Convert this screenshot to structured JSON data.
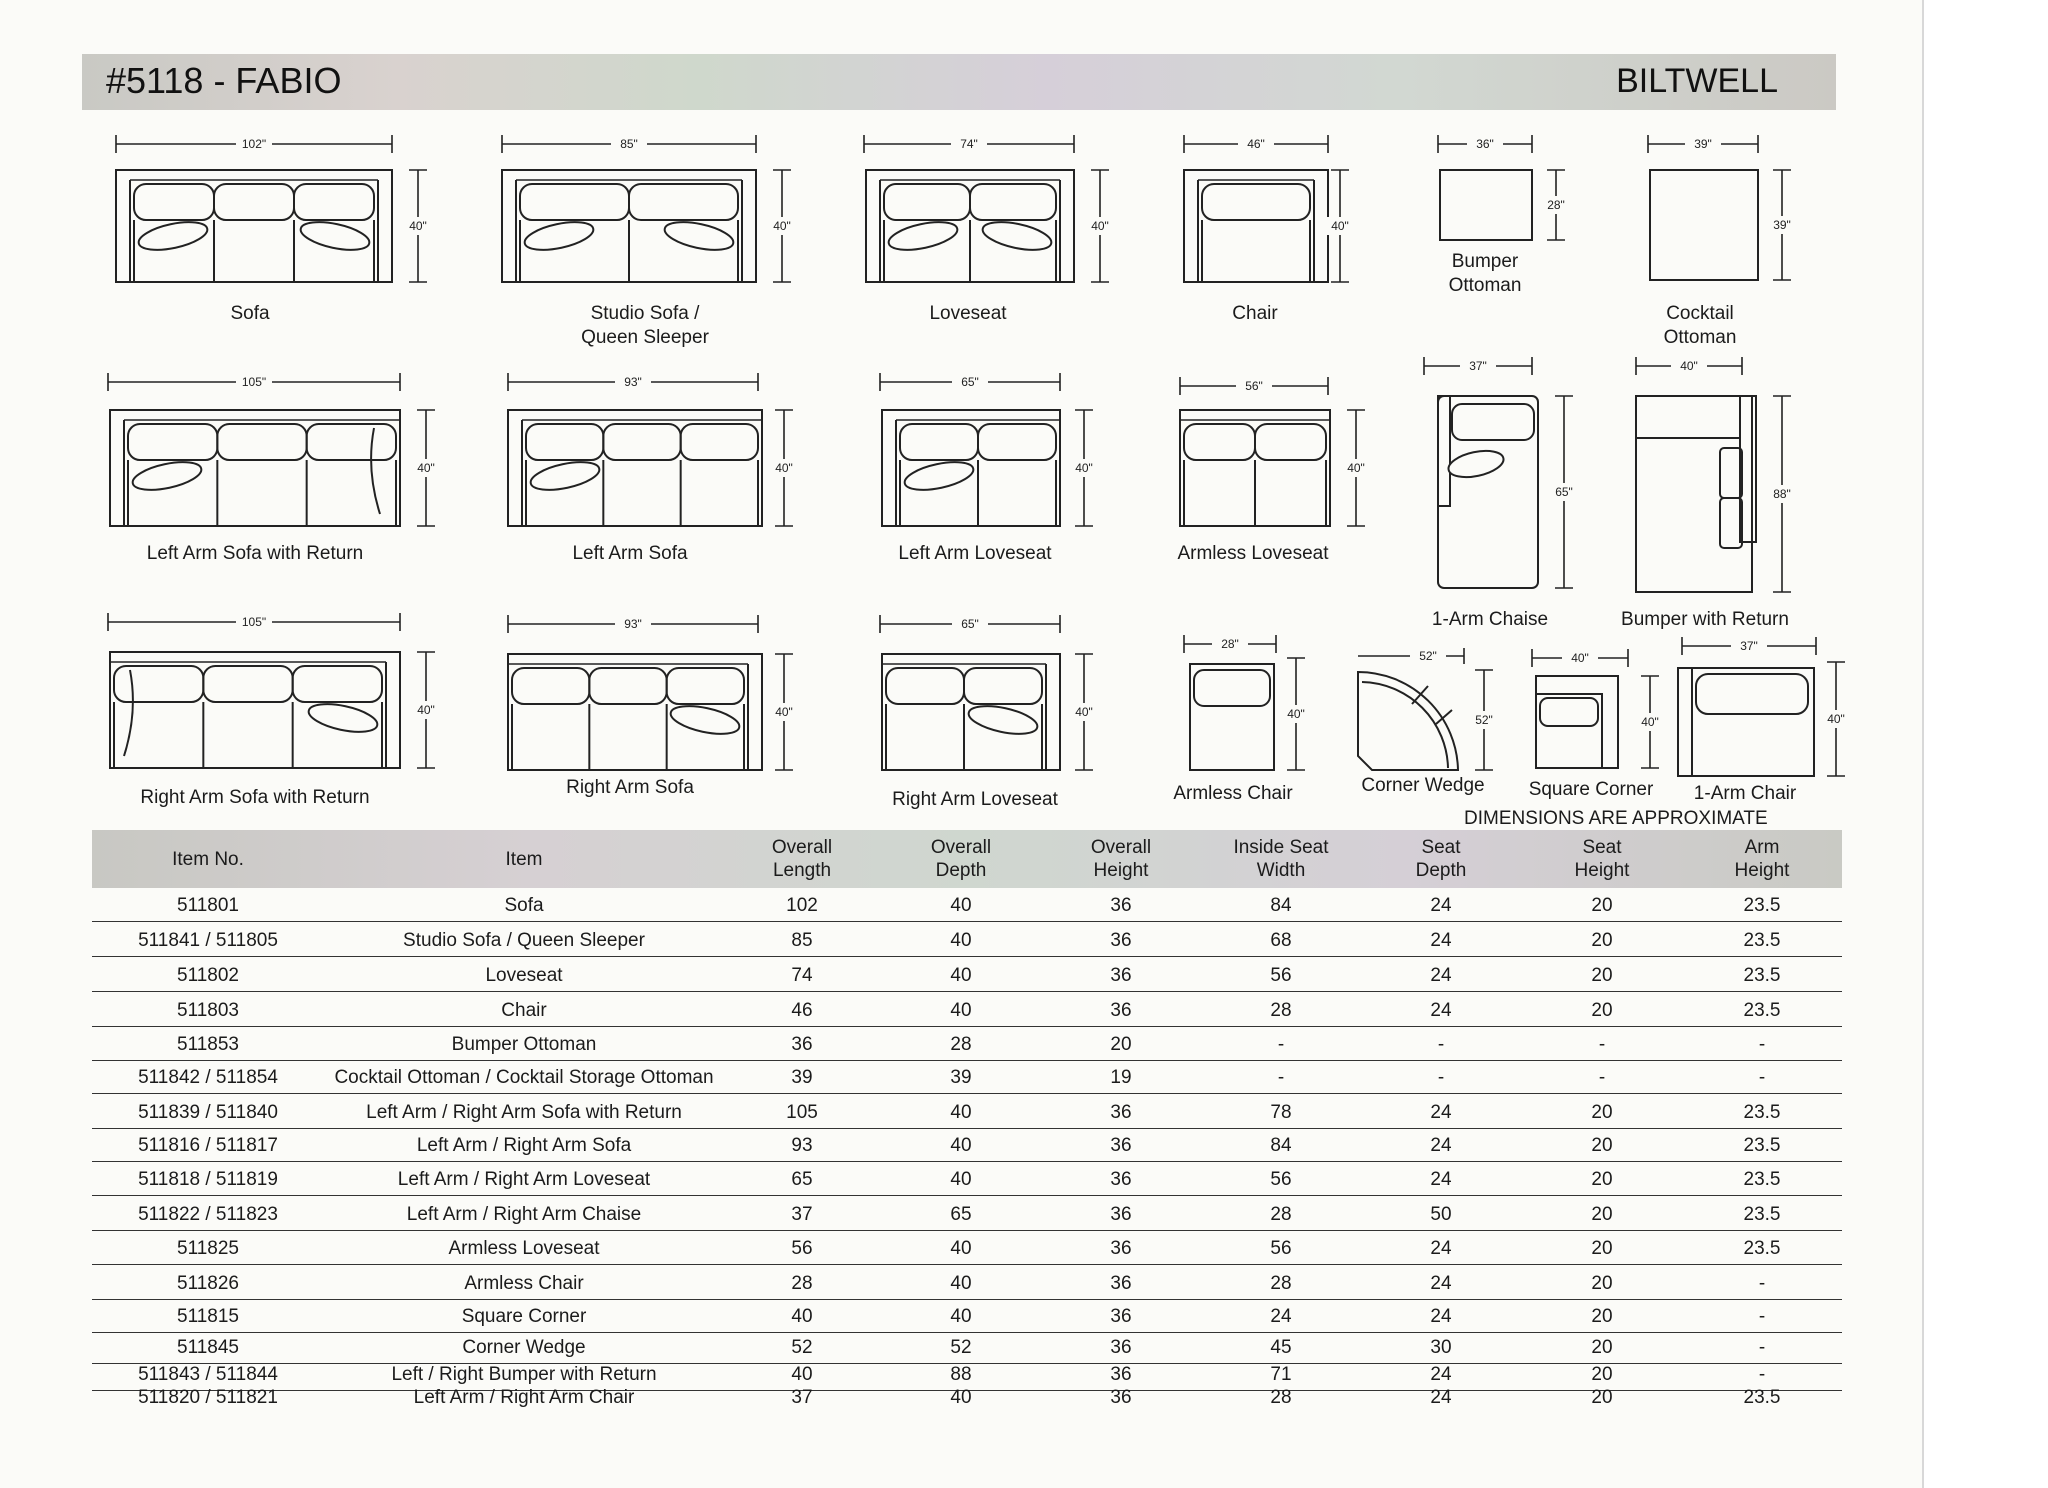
{
  "header": {
    "title": "#5118 - FABIO",
    "brand": "BILTWELL"
  },
  "diagrams": [
    {
      "name": "Sofa",
      "width": "102\"",
      "depth": "40\""
    },
    {
      "name": "Studio Sofa / Queen Sleeper",
      "width": "85\"",
      "depth": "40\""
    },
    {
      "name": "Loveseat",
      "width": "74\"",
      "depth": "40\""
    },
    {
      "name": "Chair",
      "width": "46\"",
      "depth": "40\""
    },
    {
      "name": "Bumper Ottoman",
      "width": "36\"",
      "depth": "28\""
    },
    {
      "name": "Cocktail Ottoman",
      "width": "39\"",
      "depth": "39\""
    },
    {
      "name": "Left Arm Sofa with Return",
      "width": "105\"",
      "depth": "40\""
    },
    {
      "name": "Left Arm Sofa",
      "width": "93\"",
      "depth": "40\""
    },
    {
      "name": "Left Arm Loveseat",
      "width": "65\"",
      "depth": "40\""
    },
    {
      "name": "Armless Loveseat",
      "width": "56\"",
      "depth": "40\""
    },
    {
      "name": "1-Arm Chaise",
      "width": "37\"",
      "depth": "65\""
    },
    {
      "name": "Bumper with Return",
      "width": "40\"",
      "depth": "88\""
    },
    {
      "name": "Right Arm Sofa with Return",
      "width": "105\"",
      "depth": "40\""
    },
    {
      "name": "Right Arm Sofa",
      "width": "93\"",
      "depth": "40\""
    },
    {
      "name": "Right Arm Loveseat",
      "width": "65\"",
      "depth": "40\""
    },
    {
      "name": "Armless Chair",
      "width": "28\"",
      "depth": "40\""
    },
    {
      "name": "Corner Wedge",
      "width": "52\"",
      "depth": "52\""
    },
    {
      "name": "Square Corner",
      "width": "40\"",
      "depth": "40\""
    },
    {
      "name": "1-Arm Chair",
      "width": "37\"",
      "depth": "40\""
    }
  ],
  "labels": {
    "sofa": "Sofa",
    "studio_line1": "Studio Sofa /",
    "studio_line2": "Queen Sleeper",
    "bumper_ottoman_line1": "Bumper",
    "bumper_ottoman_line2": "Ottoman",
    "cocktail_line1": "Cocktail",
    "cocktail_line2": "Ottoman"
  },
  "note": "DIMENSIONS ARE APPROXIMATE",
  "table": {
    "headers": [
      "Item No.",
      "Item",
      "Overall\nLength",
      "Overall\nDepth",
      "Overall\nHeight",
      "Inside Seat\nWidth",
      "Seat\nDepth",
      "Seat\nHeight",
      "Arm\nHeight"
    ],
    "rows": [
      [
        "511801",
        "Sofa",
        "102",
        "40",
        "36",
        "84",
        "24",
        "20",
        "23.5"
      ],
      [
        "511841 / 511805",
        "Studio Sofa / Queen Sleeper",
        "85",
        "40",
        "36",
        "68",
        "24",
        "20",
        "23.5"
      ],
      [
        "511802",
        "Loveseat",
        "74",
        "40",
        "36",
        "56",
        "24",
        "20",
        "23.5"
      ],
      [
        "511803",
        "Chair",
        "46",
        "40",
        "36",
        "28",
        "24",
        "20",
        "23.5"
      ],
      [
        "511853",
        "Bumper Ottoman",
        "36",
        "28",
        "20",
        "-",
        "-",
        "-",
        "-"
      ],
      [
        "511842 / 511854",
        "Cocktail Ottoman / Cocktail Storage Ottoman",
        "39",
        "39",
        "19",
        "-",
        "-",
        "-",
        "-"
      ],
      [
        "511839 / 511840",
        "Left Arm / Right Arm Sofa with Return",
        "105",
        "40",
        "36",
        "78",
        "24",
        "20",
        "23.5"
      ],
      [
        "511816 / 511817",
        "Left Arm / Right Arm Sofa",
        "93",
        "40",
        "36",
        "84",
        "24",
        "20",
        "23.5"
      ],
      [
        "511818 / 511819",
        "Left Arm / Right Arm Loveseat",
        "65",
        "40",
        "36",
        "56",
        "24",
        "20",
        "23.5"
      ],
      [
        "511822 / 511823",
        "Left Arm / Right Arm Chaise",
        "37",
        "65",
        "36",
        "28",
        "50",
        "20",
        "23.5"
      ],
      [
        "511825",
        "Armless Loveseat",
        "56",
        "40",
        "36",
        "56",
        "24",
        "20",
        "23.5"
      ],
      [
        "511826",
        "Armless Chair",
        "28",
        "40",
        "36",
        "28",
        "24",
        "20",
        "-"
      ],
      [
        "511815",
        "Square Corner",
        "40",
        "40",
        "36",
        "24",
        "24",
        "20",
        "-"
      ],
      [
        "511845",
        "Corner Wedge",
        "52",
        "52",
        "36",
        "45",
        "30",
        "20",
        "-"
      ],
      [
        "511843 / 511844",
        "Left / Right Bumper with Return",
        "40",
        "88",
        "36",
        "71",
        "24",
        "20",
        "-"
      ],
      [
        "511820 / 511821",
        "Left Arm / Right Arm Chair",
        "37",
        "40",
        "36",
        "28",
        "24",
        "20",
        "23.5"
      ]
    ]
  }
}
